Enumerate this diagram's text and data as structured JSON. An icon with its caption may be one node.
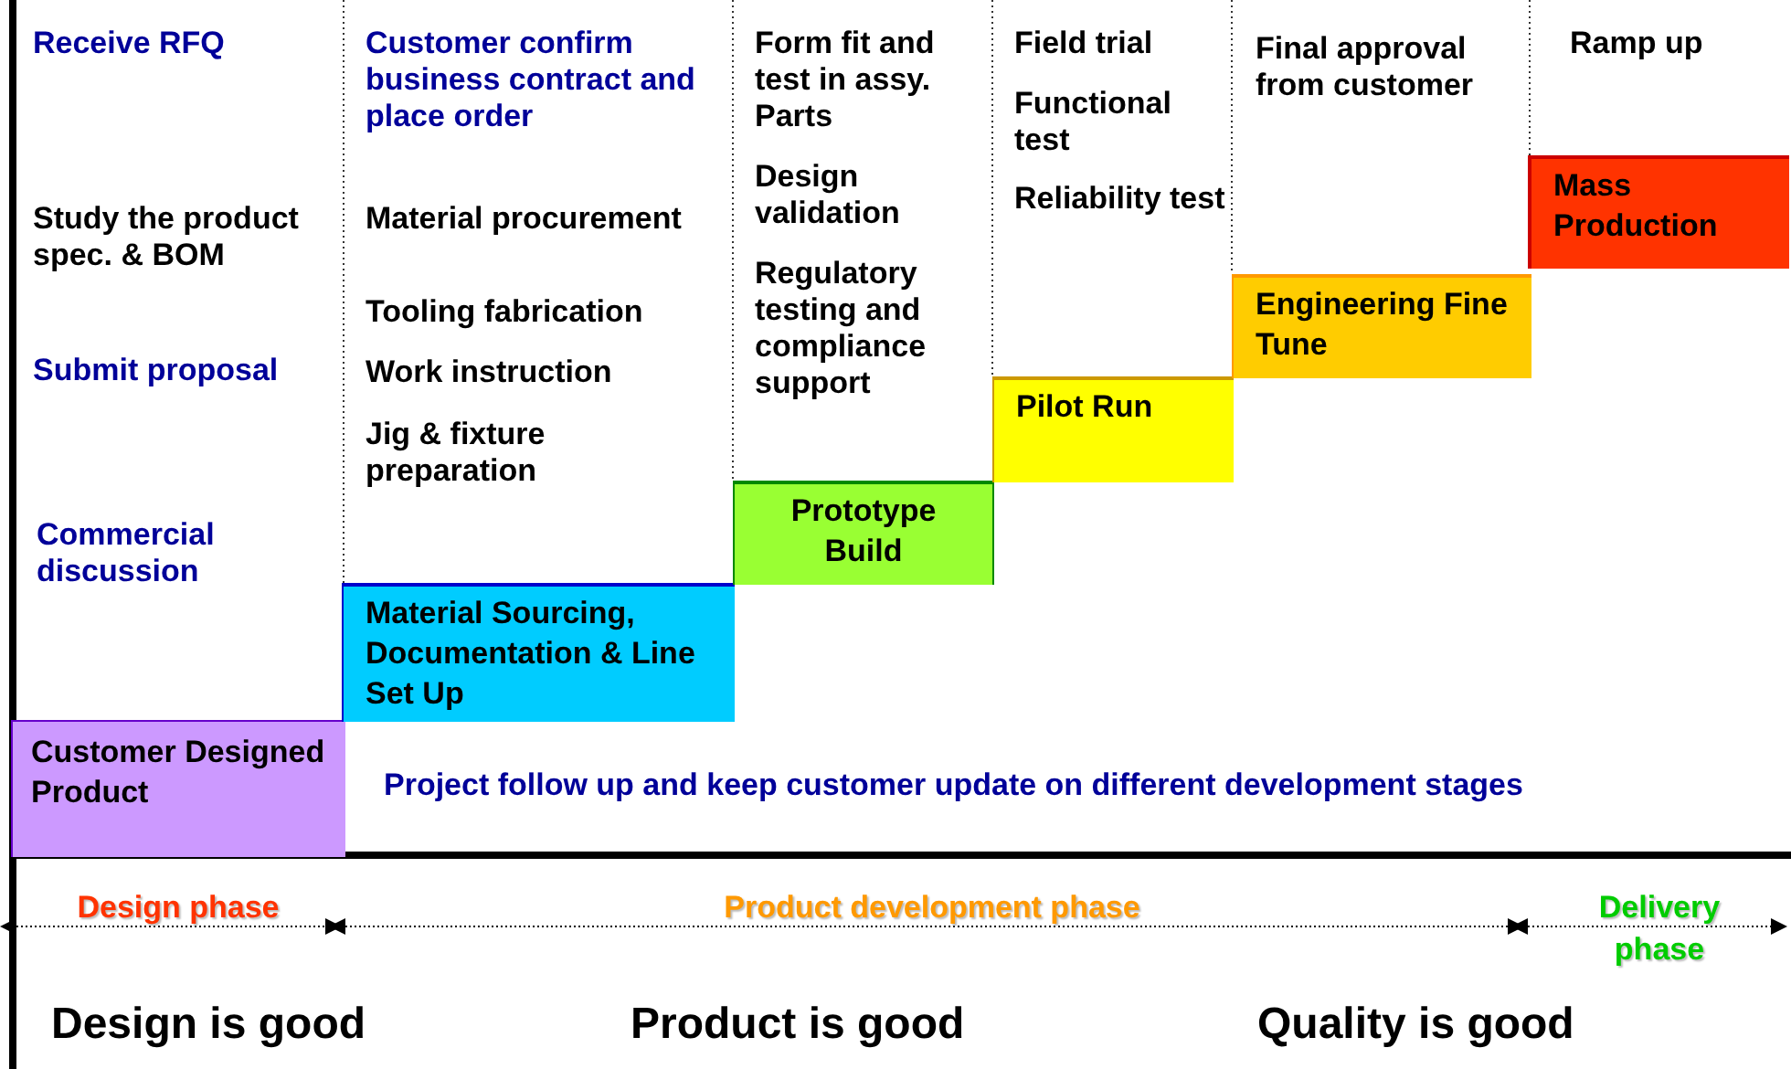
{
  "diagram": {
    "nodes": [
      {
        "text": [
          "Customer Designed Product"
        ]
      },
      {
        "text": [
          "Material Sourcing, Documentation & Line Set Up"
        ]
      },
      {
        "text": [
          "Prototype Build"
        ]
      },
      {
        "text": [
          "Pilot Run"
        ]
      },
      {
        "text": [
          "Engineering Fine Tune"
        ]
      },
      {
        "text": [
          "Mass Production"
        ]
      }
    ],
    "labels": [
      "Receive RFQ",
      "Customer confirm business contract and place order",
      "Form fit and test in assy. Parts",
      "Field trial",
      "Final approval from customer",
      "Ramp up",
      "Study the product spec. & BOM",
      "Material procurement",
      "Design validation",
      "Functional test",
      "Tooling fabrication",
      "Reliability test",
      "Regulatory testing and compliance support",
      "Submit proposal",
      "Work instruction",
      "Jig & fixture preparation",
      "Commercial discussion",
      "Project follow up and keep customer update on different development stages",
      "Design phase",
      "Product development phase",
      "Delivery phase",
      "Design is good",
      "Product is good",
      "Quality is good"
    ]
  }
}
